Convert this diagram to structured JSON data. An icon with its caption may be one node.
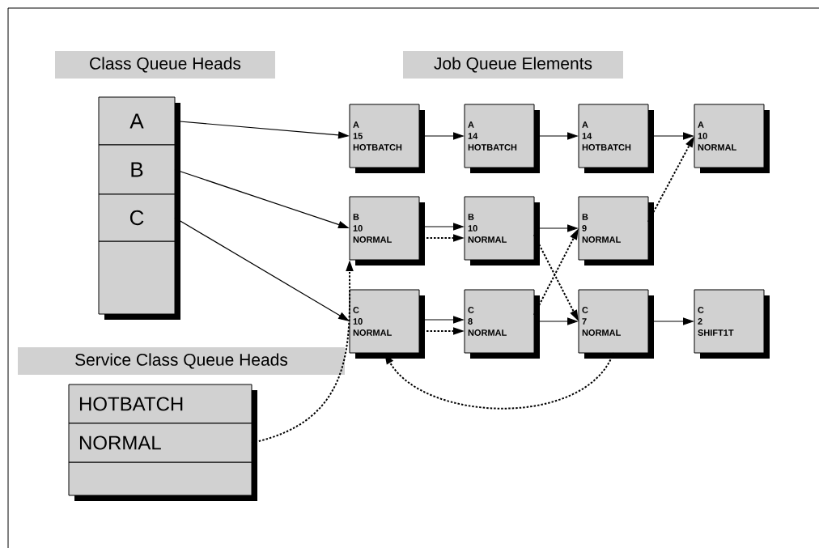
{
  "diagram": {
    "nodes": [
      {
        "text": [
          "A"
        ]
      },
      {
        "text": [
          "B"
        ]
      },
      {
        "text": [
          "C"
        ]
      },
      {
        "text": [
          "HOTBATCH"
        ]
      },
      {
        "text": [
          "NORMAL"
        ]
      },
      {
        "text": [
          "A",
          "15",
          "HOTBATCH"
        ]
      },
      {
        "text": [
          "A",
          "14",
          "HOTBATCH"
        ]
      },
      {
        "text": [
          "A",
          "14",
          "HOTBATCH"
        ]
      },
      {
        "text": [
          "A",
          "10",
          "NORMAL"
        ]
      },
      {
        "text": [
          "B",
          "10",
          "NORMAL"
        ]
      },
      {
        "text": [
          "B",
          "10",
          "NORMAL"
        ]
      },
      {
        "text": [
          "B",
          "9",
          "NORMAL"
        ]
      },
      {
        "text": [
          "C",
          "10",
          "NORMAL"
        ]
      },
      {
        "text": [
          "C",
          "8",
          "NORMAL"
        ]
      },
      {
        "text": [
          "C",
          "7",
          "NORMAL"
        ]
      },
      {
        "text": [
          "C",
          "2",
          "SHIFT1T"
        ]
      }
    ],
    "edges": [
      {
        "from": 0,
        "to": 5,
        "arrow": "to"
      },
      {
        "from": 1,
        "to": 9,
        "arrow": "to"
      },
      {
        "from": 2,
        "to": 12,
        "arrow": "to"
      },
      {
        "from": 4,
        "to": 9,
        "arrow": "to",
        "style": "dashed"
      },
      {
        "from": 5,
        "to": 6,
        "arrow": "to"
      },
      {
        "from": 6,
        "to": 7,
        "arrow": "to"
      },
      {
        "from": 7,
        "to": 8,
        "arrow": "to"
      },
      {
        "from": 9,
        "to": 10,
        "arrow": "to"
      },
      {
        "from": 9,
        "to": 10,
        "arrow": "to",
        "style": "dashed"
      },
      {
        "from": 10,
        "to": 11,
        "arrow": "to"
      },
      {
        "from": 10,
        "to": 14,
        "arrow": "to",
        "style": "dashed"
      },
      {
        "from": 11,
        "to": 8,
        "arrow": "to",
        "style": "dashed"
      },
      {
        "from": 12,
        "to": 13,
        "arrow": "to"
      },
      {
        "from": 12,
        "to": 13,
        "arrow": "to",
        "style": "dashed"
      },
      {
        "from": 13,
        "to": 14,
        "arrow": "to"
      },
      {
        "from": 13,
        "to": 11,
        "arrow": "to",
        "style": "dashed"
      },
      {
        "from": 14,
        "to": 15,
        "arrow": "to"
      },
      {
        "from": 14,
        "to": 12,
        "arrow": "to",
        "style": "dashed"
      }
    ],
    "labels": [
      "Class Queue Heads",
      "Job Queue Elements",
      "Service Class Queue Heads"
    ]
  }
}
